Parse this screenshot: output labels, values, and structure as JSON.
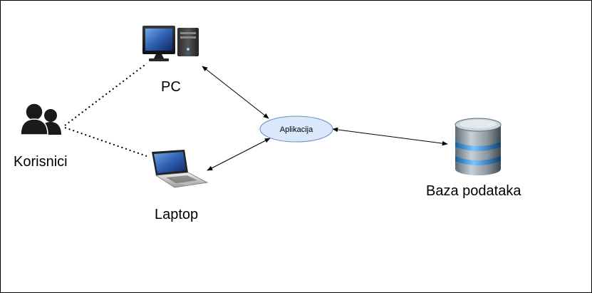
{
  "diagram": {
    "nodes": {
      "users": {
        "label": "Korisnici",
        "icon": "users-icon"
      },
      "pc": {
        "label": "PC",
        "icon": "desktop-computer-icon"
      },
      "laptop": {
        "label": "Laptop",
        "icon": "laptop-icon"
      },
      "app": {
        "label": "Aplikacija",
        "shape": "ellipse"
      },
      "db": {
        "label": "Baza podataka",
        "icon": "database-icon"
      }
    },
    "edges": [
      {
        "from": "users",
        "to": "pc",
        "style": "dotted"
      },
      {
        "from": "users",
        "to": "laptop",
        "style": "dotted"
      },
      {
        "from": "pc",
        "to": "app",
        "style": "solid",
        "arrows": "both"
      },
      {
        "from": "laptop",
        "to": "app",
        "style": "solid",
        "arrows": "both"
      },
      {
        "from": "app",
        "to": "db",
        "style": "solid",
        "arrows": "both"
      }
    ],
    "colors": {
      "app_fill": "#dae8fc",
      "app_stroke": "#6c8ebf",
      "users_fill": "#1a1a1a",
      "line": "#000000"
    }
  }
}
